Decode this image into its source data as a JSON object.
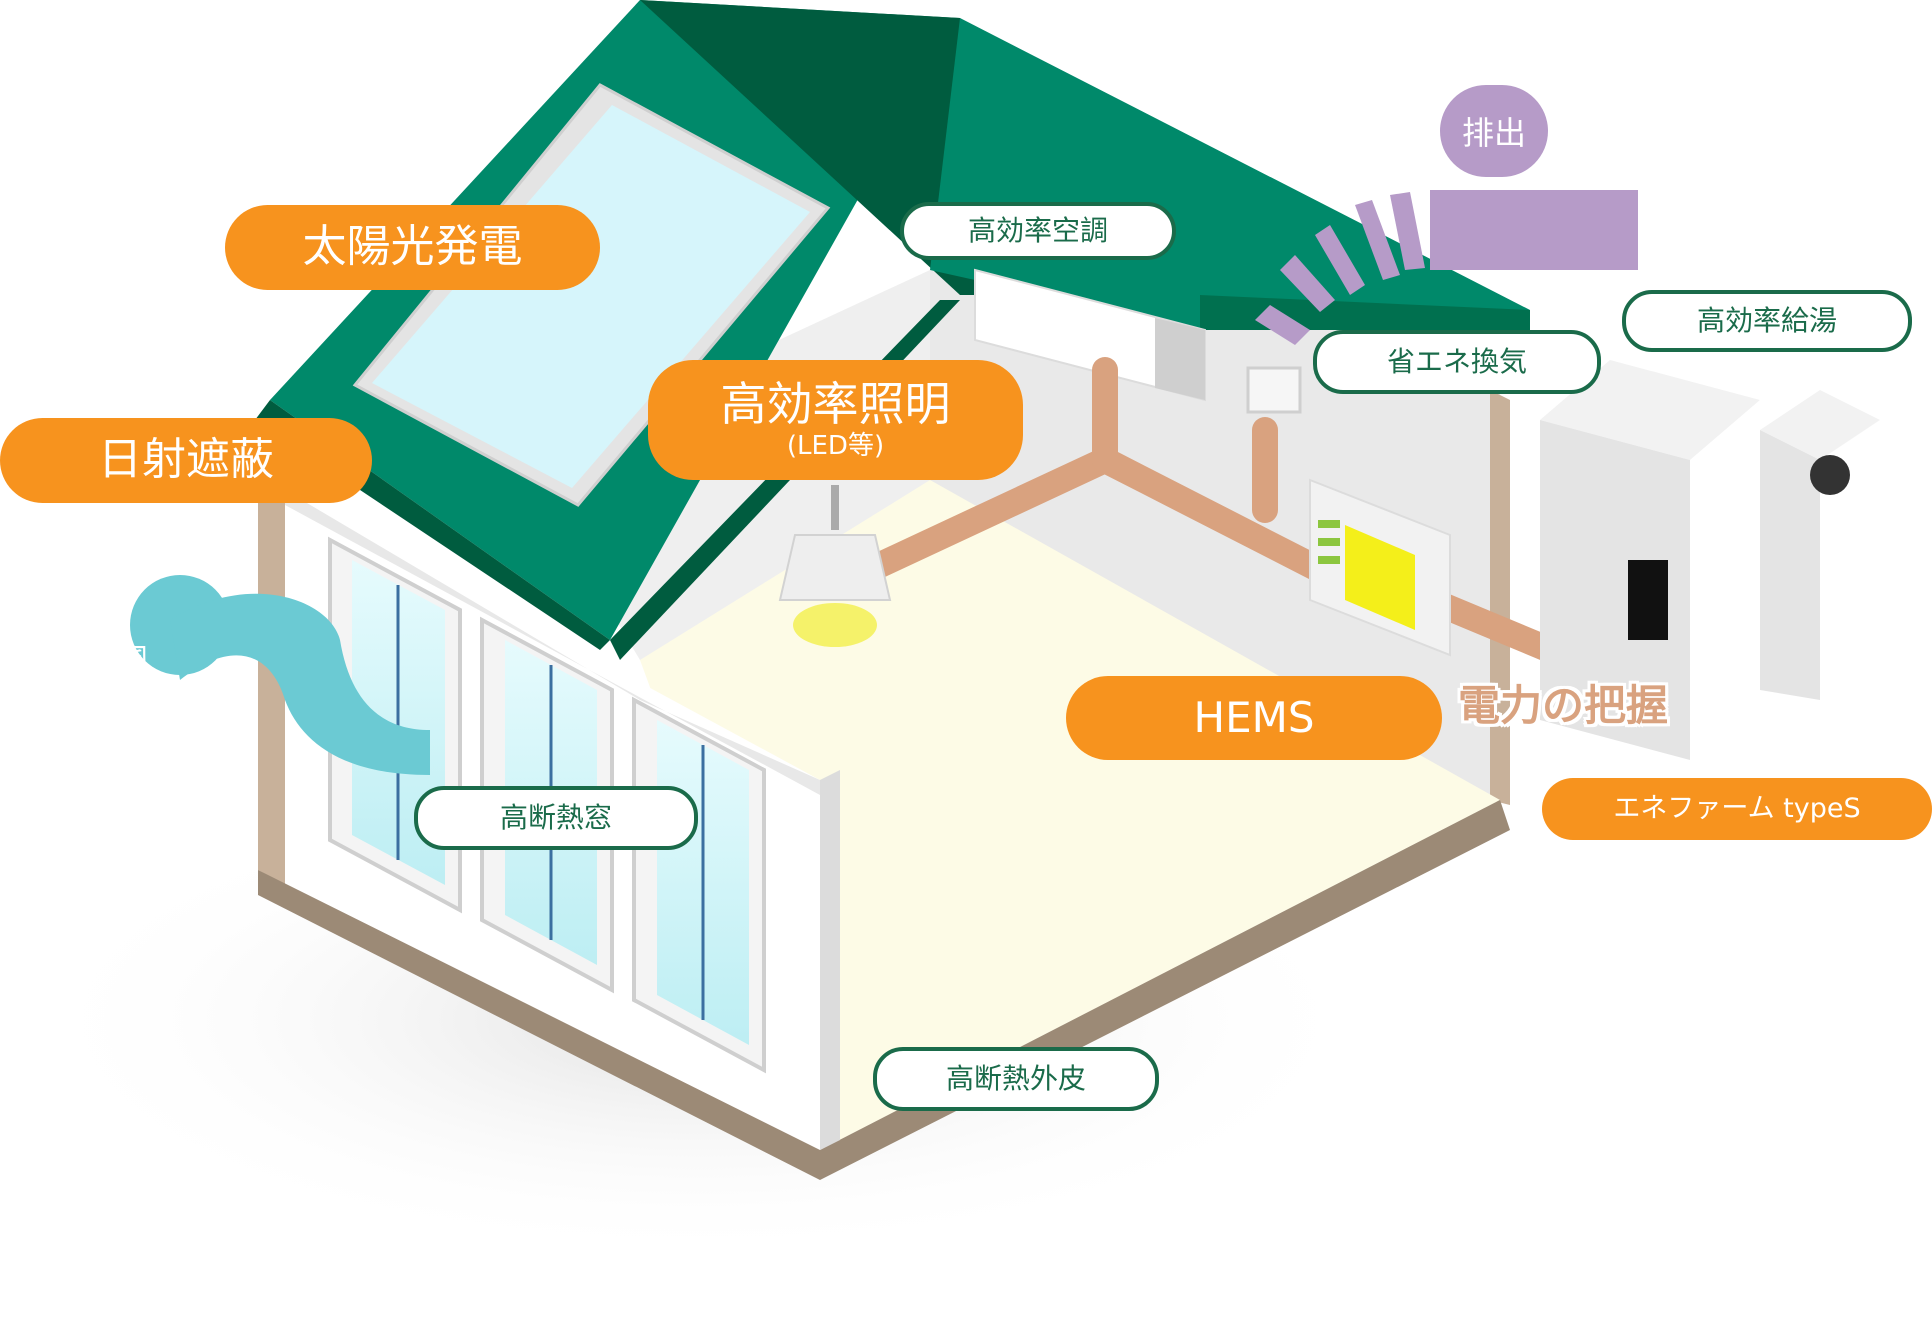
{
  "labels": {
    "solar": "太陽光発電",
    "shade": "日射遮蔽",
    "lighting_main": "高効率照明",
    "lighting_sub": "(LED等)",
    "aircon": "高効率空調",
    "exhaust": "排出",
    "ventilation": "省エネ換気",
    "water_heater": "高効率給湯",
    "breeze": "涼風",
    "window": "高断熱窓",
    "hems": "HEMS",
    "power": "電力の把握",
    "enefarm": "エネファーム typeS",
    "envelope": "高断熱外皮"
  },
  "colors": {
    "roof": "#00896a",
    "roof_dark": "#005c3f",
    "accent_orange": "#f7931e",
    "label_green": "#1a6b4a",
    "breeze": "#6bcad3",
    "exhaust": "#b69bc8",
    "pipe": "#d9a27f",
    "floor": "#fdfbe6",
    "panel": "#dff8fb"
  }
}
